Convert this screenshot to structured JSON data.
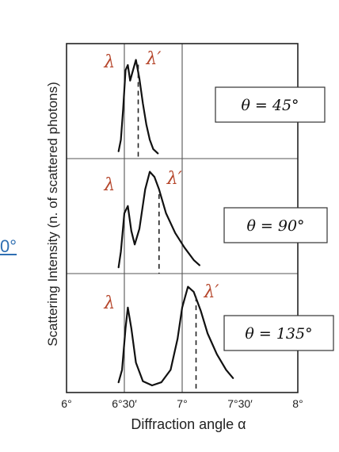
{
  "side_fragment": "0°",
  "chart_data": {
    "type": "line",
    "ylabel": "Scattering Intensity (n. of scattered photons)",
    "xlabel": "Diffraction angle α",
    "xlim": [
      "6°",
      "8°"
    ],
    "x_ticks": [
      "6°",
      "6°30′",
      "7°",
      "7°30′",
      "8°"
    ],
    "grid": true,
    "legend": "none",
    "colors": {
      "curve": "#111111",
      "peak_label": "#b5452a",
      "frame": "#222222"
    },
    "peak_labels": {
      "unshifted": "λ",
      "shifted": "λ′"
    },
    "panels": [
      {
        "theta_label": "θ = 45°",
        "peak_x_deg": {
          "lambda": 6.53,
          "lambda_prime": 6.62
        },
        "curve": [
          [
            6.45,
            0.04
          ],
          [
            6.47,
            0.15
          ],
          [
            6.49,
            0.45
          ],
          [
            6.51,
            0.82
          ],
          [
            6.53,
            0.87
          ],
          [
            6.55,
            0.72
          ],
          [
            6.57,
            0.8
          ],
          [
            6.6,
            0.92
          ],
          [
            6.63,
            0.74
          ],
          [
            6.66,
            0.5
          ],
          [
            6.69,
            0.3
          ],
          [
            6.72,
            0.15
          ],
          [
            6.75,
            0.06
          ],
          [
            6.79,
            0.02
          ]
        ]
      },
      {
        "theta_label": "θ = 90°",
        "peak_x_deg": {
          "lambda": 6.53,
          "lambda_prime": 6.8
        },
        "curve": [
          [
            6.45,
            0.03
          ],
          [
            6.47,
            0.18
          ],
          [
            6.5,
            0.55
          ],
          [
            6.53,
            0.62
          ],
          [
            6.56,
            0.38
          ],
          [
            6.59,
            0.25
          ],
          [
            6.63,
            0.4
          ],
          [
            6.68,
            0.78
          ],
          [
            6.72,
            0.95
          ],
          [
            6.76,
            0.9
          ],
          [
            6.8,
            0.78
          ],
          [
            6.86,
            0.55
          ],
          [
            6.94,
            0.36
          ],
          [
            7.02,
            0.22
          ],
          [
            7.1,
            0.1
          ],
          [
            7.15,
            0.05
          ]
        ]
      },
      {
        "theta_label": "θ = 135°",
        "peak_x_deg": {
          "lambda": 6.53,
          "lambda_prime": 7.12
        },
        "curve": [
          [
            6.45,
            0.03
          ],
          [
            6.48,
            0.15
          ],
          [
            6.51,
            0.55
          ],
          [
            6.53,
            0.75
          ],
          [
            6.56,
            0.55
          ],
          [
            6.6,
            0.22
          ],
          [
            6.66,
            0.04
          ],
          [
            6.74,
            0.0
          ],
          [
            6.82,
            0.03
          ],
          [
            6.9,
            0.15
          ],
          [
            6.96,
            0.45
          ],
          [
            7.0,
            0.75
          ],
          [
            7.05,
            0.95
          ],
          [
            7.1,
            0.9
          ],
          [
            7.16,
            0.72
          ],
          [
            7.22,
            0.5
          ],
          [
            7.3,
            0.3
          ],
          [
            7.38,
            0.15
          ],
          [
            7.44,
            0.07
          ]
        ]
      }
    ]
  }
}
